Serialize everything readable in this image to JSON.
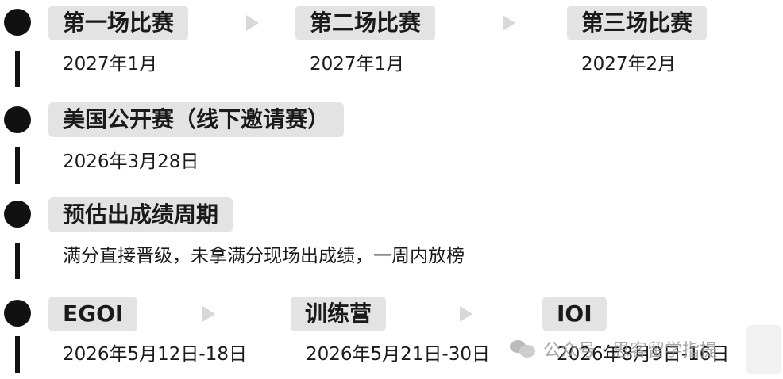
{
  "sections": [
    {
      "steps": [
        {
          "title": "第一场比赛",
          "date": "2027年1月"
        },
        {
          "title": "第二场比赛",
          "date": "2027年1月"
        },
        {
          "title": "第三场比赛",
          "date": "2027年2月"
        }
      ]
    },
    {
      "steps": [
        {
          "title": "美国公开赛（线下邀请赛）",
          "date": "2026年3月28日"
        }
      ]
    },
    {
      "steps": [
        {
          "title": "预估出成绩周期",
          "date": "满分直接晋级，未拿满分现场出成绩，一周内放榜"
        }
      ]
    },
    {
      "steps": [
        {
          "title": "EGOI",
          "date": "2026年5月12日-18日"
        },
        {
          "title": "训练营",
          "date": "2026年5月21日-30日"
        },
        {
          "title": "IOI",
          "date": "2026年8月9日-16日"
        }
      ]
    }
  ],
  "watermark": {
    "text": "公众号 · 思客留学指提",
    "icon": "wechat-icon"
  }
}
